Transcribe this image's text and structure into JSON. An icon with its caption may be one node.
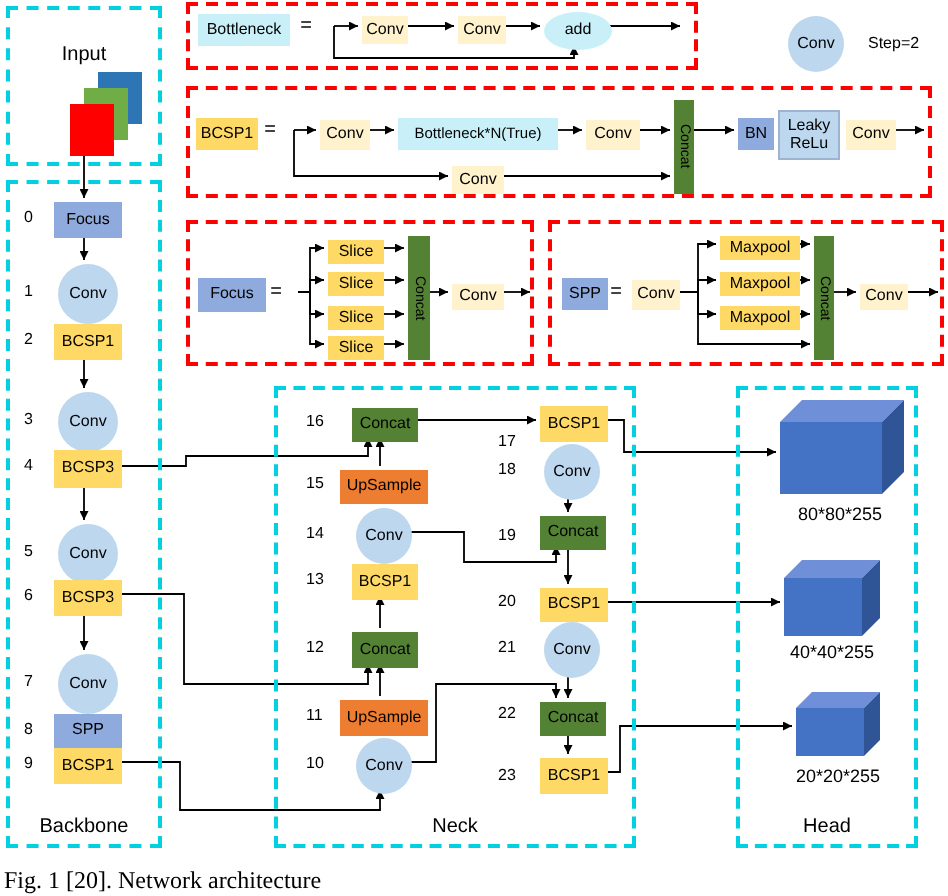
{
  "diagram": {
    "caption": "Fig. 1 [20]. Network architecture",
    "nodes": [
      {
        "text": [
          "Input"
        ]
      },
      {
        "text": [],
        "shape": "box",
        "in": 0
      },
      {
        "text": [
          "Backbone"
        ]
      },
      {
        "text": [
          "Focus"
        ],
        "beside": [
          "0"
        ],
        "in": 2
      },
      {
        "text": [
          "Conv"
        ],
        "beside": [
          "1"
        ],
        "in": 2
      },
      {
        "text": [
          "BCSP1"
        ],
        "beside": [
          "2"
        ],
        "in": 2
      },
      {
        "text": [
          "Conv"
        ],
        "beside": [
          "3"
        ],
        "in": 2
      },
      {
        "text": [
          "BCSP3"
        ],
        "beside": [
          "4"
        ],
        "in": 2
      },
      {
        "text": [
          "Conv"
        ],
        "beside": [
          "5"
        ],
        "in": 2
      },
      {
        "text": [
          "BCSP3"
        ],
        "beside": [
          "6"
        ],
        "in": 2
      },
      {
        "text": [
          "Conv"
        ],
        "beside": [
          "7"
        ],
        "in": 2
      },
      {
        "text": [
          "SPP"
        ],
        "beside": [
          "8"
        ],
        "in": 2
      },
      {
        "text": [
          "BCSP1"
        ],
        "beside": [
          "9"
        ],
        "in": 2
      },
      {
        "text": [
          "Neck"
        ]
      },
      {
        "text": [
          "Conv"
        ],
        "beside": [
          "10"
        ],
        "in": 13
      },
      {
        "text": [
          "UpSample"
        ],
        "beside": [
          "11"
        ],
        "in": 13
      },
      {
        "text": [
          "Concat"
        ],
        "beside": [
          "12"
        ],
        "in": 13
      },
      {
        "text": [
          "BCSP1"
        ],
        "beside": [
          "13"
        ],
        "in": 13
      },
      {
        "text": [
          "Conv"
        ],
        "beside": [
          "14"
        ],
        "in": 13
      },
      {
        "text": [
          "UpSample"
        ],
        "beside": [
          "15"
        ],
        "in": 13
      },
      {
        "text": [
          "Concat"
        ],
        "beside": [
          "16"
        ],
        "in": 13
      },
      {
        "text": [
          "BCSP1"
        ],
        "beside": [
          "17"
        ],
        "in": 13
      },
      {
        "text": [
          "Conv"
        ],
        "beside": [
          "18"
        ],
        "in": 13
      },
      {
        "text": [
          "Concat"
        ],
        "beside": [
          "19"
        ],
        "in": 13
      },
      {
        "text": [
          "BCSP1"
        ],
        "beside": [
          "20"
        ],
        "in": 13
      },
      {
        "text": [
          "Conv"
        ],
        "beside": [
          "21"
        ],
        "in": 13
      },
      {
        "text": [
          "Concat"
        ],
        "beside": [
          "22"
        ],
        "in": 13
      },
      {
        "text": [
          "BCSP1"
        ],
        "beside": [
          "23"
        ],
        "in": 13
      },
      {
        "text": [
          "Head"
        ]
      },
      {
        "text": [],
        "shape": "box",
        "beside": [
          "80*80*255"
        ],
        "in": 28
      },
      {
        "text": [],
        "shape": "box",
        "beside": [
          "40*40*255"
        ],
        "in": 28
      },
      {
        "text": [],
        "shape": "box",
        "beside": [
          "20*20*255"
        ],
        "in": 28
      },
      {
        "text": [],
        "shape": "box"
      },
      {
        "text": [
          "Bottleneck"
        ],
        "in": 32
      },
      {
        "text": [
          "Conv"
        ],
        "in": 32
      },
      {
        "text": [
          "Conv"
        ],
        "in": 32
      },
      {
        "text": [
          "add"
        ],
        "in": 32
      },
      {
        "text": [],
        "shape": "box"
      },
      {
        "text": [
          "BCSP1"
        ],
        "in": 37
      },
      {
        "text": [
          "Conv"
        ],
        "in": 37
      },
      {
        "text": [
          "Bottleneck*N(True)"
        ],
        "in": 37
      },
      {
        "text": [
          "Conv"
        ],
        "in": 37
      },
      {
        "text": [
          "Conv"
        ],
        "in": 37
      },
      {
        "text": [
          "Concat"
        ],
        "in": 37
      },
      {
        "text": [
          "BN"
        ],
        "in": 37
      },
      {
        "text": [
          "Leaky ReLu"
        ],
        "in": 37
      },
      {
        "text": [
          "Conv"
        ],
        "in": 37
      },
      {
        "text": [
          "Conv"
        ],
        "beside": [
          "Step=2"
        ]
      },
      {
        "text": [],
        "shape": "box"
      },
      {
        "text": [
          "Focus"
        ],
        "in": 48
      },
      {
        "text": [
          "Slice"
        ],
        "in": 48
      },
      {
        "text": [
          "Slice"
        ],
        "in": 48
      },
      {
        "text": [
          "Slice"
        ],
        "in": 48
      },
      {
        "text": [
          "Slice"
        ],
        "in": 48
      },
      {
        "text": [
          "Concat"
        ],
        "in": 48
      },
      {
        "text": [
          "Conv"
        ],
        "in": 48
      },
      {
        "text": [],
        "shape": "box"
      },
      {
        "text": [
          "SPP"
        ],
        "in": 56
      },
      {
        "text": [
          "Conv"
        ],
        "in": 56
      },
      {
        "text": [
          "Maxpool"
        ],
        "in": 56
      },
      {
        "text": [
          "Maxpool"
        ],
        "in": 56
      },
      {
        "text": [
          "Maxpool"
        ],
        "in": 56
      },
      {
        "text": [
          "Concat"
        ],
        "in": 56
      },
      {
        "text": [
          "Conv"
        ],
        "in": 56
      }
    ],
    "edges": [
      {
        "from": 1,
        "to": 3,
        "arrow": "to"
      },
      {
        "from": 3,
        "to": 4,
        "arrow": "to"
      },
      {
        "from": 5,
        "to": 6,
        "arrow": "to"
      },
      {
        "from": 7,
        "to": 8,
        "arrow": "to"
      },
      {
        "from": 9,
        "to": 10,
        "arrow": "to"
      },
      {
        "from": 7,
        "to": 20,
        "arrow": "to"
      },
      {
        "from": 9,
        "to": 16,
        "arrow": "to"
      },
      {
        "from": 12,
        "to": 14,
        "arrow": "to"
      },
      {
        "from": 15,
        "to": 16,
        "arrow": "to"
      },
      {
        "from": 16,
        "to": 17,
        "arrow": "to"
      },
      {
        "from": 19,
        "to": 20,
        "arrow": "to"
      },
      {
        "from": 20,
        "to": 21,
        "arrow": "to"
      },
      {
        "from": 21,
        "to": 29,
        "arrow": "to"
      },
      {
        "from": 22,
        "to": 23,
        "arrow": "to"
      },
      {
        "from": 18,
        "to": 23,
        "arrow": "to"
      },
      {
        "from": 23,
        "to": 24,
        "arrow": "to"
      },
      {
        "from": 24,
        "to": 30,
        "arrow": "to"
      },
      {
        "from": 25,
        "to": 26,
        "arrow": "to"
      },
      {
        "from": 14,
        "to": 26,
        "arrow": "to"
      },
      {
        "from": 26,
        "to": 27,
        "arrow": "to"
      },
      {
        "from": 27,
        "to": 31,
        "arrow": "to"
      },
      {
        "from": null,
        "to": 34,
        "arrow": "to"
      },
      {
        "from": 34,
        "to": 35,
        "arrow": "to"
      },
      {
        "from": 35,
        "to": 36,
        "arrow": "to"
      },
      {
        "from": 36,
        "to": null,
        "arrow": "to"
      },
      {
        "from": null,
        "to": 39,
        "arrow": "to"
      },
      {
        "from": 39,
        "to": 40,
        "arrow": "to"
      },
      {
        "from": 40,
        "to": 41,
        "arrow": "to"
      },
      {
        "from": 41,
        "to": 43,
        "arrow": "to"
      },
      {
        "from": null,
        "to": 42,
        "arrow": "to"
      },
      {
        "from": 42,
        "to": 43,
        "arrow": "to"
      },
      {
        "from": 43,
        "to": 44,
        "arrow": "to"
      },
      {
        "from": 46,
        "to": null,
        "arrow": "to"
      },
      {
        "from": null,
        "to": 50,
        "arrow": "to"
      },
      {
        "from": null,
        "to": 51,
        "arrow": "to"
      },
      {
        "from": null,
        "to": 52,
        "arrow": "to"
      },
      {
        "from": null,
        "to": 53,
        "arrow": "to"
      },
      {
        "from": 50,
        "to": 54,
        "arrow": "to"
      },
      {
        "from": 51,
        "to": 54,
        "arrow": "to"
      },
      {
        "from": 52,
        "to": 54,
        "arrow": "to"
      },
      {
        "from": 53,
        "to": 54,
        "arrow": "to"
      },
      {
        "from": 54,
        "to": 55,
        "arrow": "to"
      },
      {
        "from": 55,
        "to": null,
        "arrow": "to"
      },
      {
        "from": 58,
        "to": 59,
        "arrow": "to"
      },
      {
        "from": 58,
        "to": 60,
        "arrow": "to"
      },
      {
        "from": 58,
        "to": 61,
        "arrow": "to"
      },
      {
        "from": 58,
        "to": 62,
        "arrow": "to"
      },
      {
        "from": 59,
        "to": 62,
        "arrow": "to"
      },
      {
        "from": 60,
        "to": 62,
        "arrow": "to"
      },
      {
        "from": 61,
        "to": 62,
        "arrow": "to"
      },
      {
        "from": 62,
        "to": 63,
        "arrow": "to"
      },
      {
        "from": 63,
        "to": null,
        "arrow": "to"
      },
      {
        "from": null,
        "to": 36,
        "arrow": "to"
      }
    ],
    "labels": [
      "=",
      "=",
      "=",
      "="
    ]
  }
}
